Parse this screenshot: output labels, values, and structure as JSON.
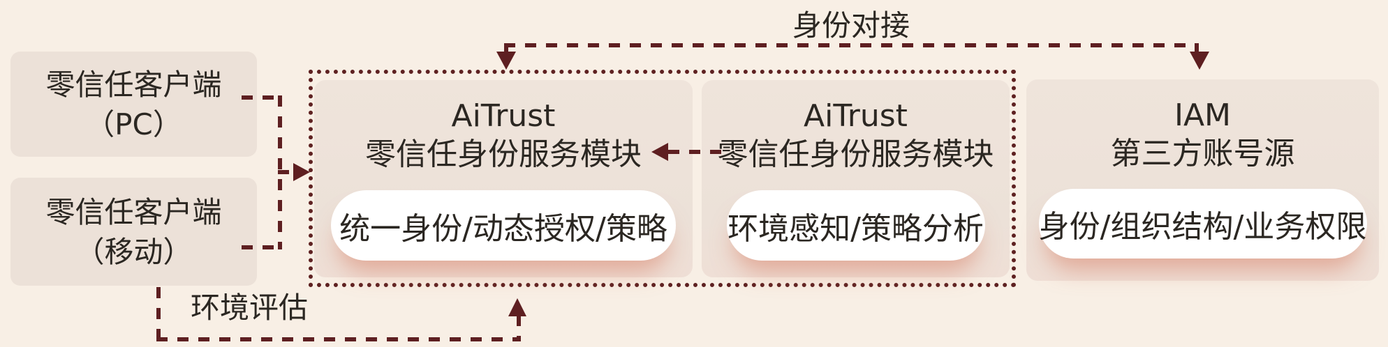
{
  "flows": {
    "identity_connect": "身份对接",
    "env_assessment": "环境评估"
  },
  "nodes": {
    "client_pc": {
      "line1": "零信任客户端",
      "line2": "（PC）"
    },
    "client_mobile": {
      "line1": "零信任客户端",
      "line2": "（移动）"
    },
    "aitrust_identity": {
      "title": "AiTrust",
      "subtitle": "零信任身份服务模块",
      "capability": "统一身份/动态授权/策略"
    },
    "aitrust_env": {
      "title": "AiTrust",
      "subtitle": "零信任身份服务模块",
      "capability": "环境感知/策略分析"
    },
    "iam": {
      "title": "IAM",
      "subtitle": "第三方账号源",
      "capability": "身份/组织结构/业务权限"
    }
  },
  "colors": {
    "background": "#f8efe5",
    "node_fill": "#ece1d8",
    "capability_fill": "#ffffff",
    "connector": "#5e1f21",
    "text": "#2b2722"
  }
}
